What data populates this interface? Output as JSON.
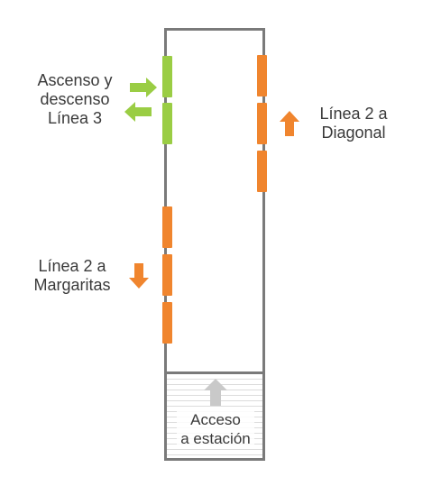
{
  "colors": {
    "platform_outline": "#7a7a7a",
    "line3_green": "#9acd44",
    "line2_orange": "#f0852e",
    "access_arrow_gray": "#c9c9c9"
  },
  "labels": {
    "line3": [
      "Ascenso y",
      "descenso",
      "Línea 3"
    ],
    "line2_diagonal": [
      "Línea 2 a",
      "Diagonal"
    ],
    "line2_margaritas": [
      "Línea 2 a",
      "Margaritas"
    ],
    "access": [
      "Acceso",
      "a estación"
    ]
  },
  "icons": {
    "transfer": "bidirectional-arrows-icon",
    "up": "arrow-up-icon",
    "down": "arrow-down-icon",
    "access": "arrow-up-icon"
  }
}
